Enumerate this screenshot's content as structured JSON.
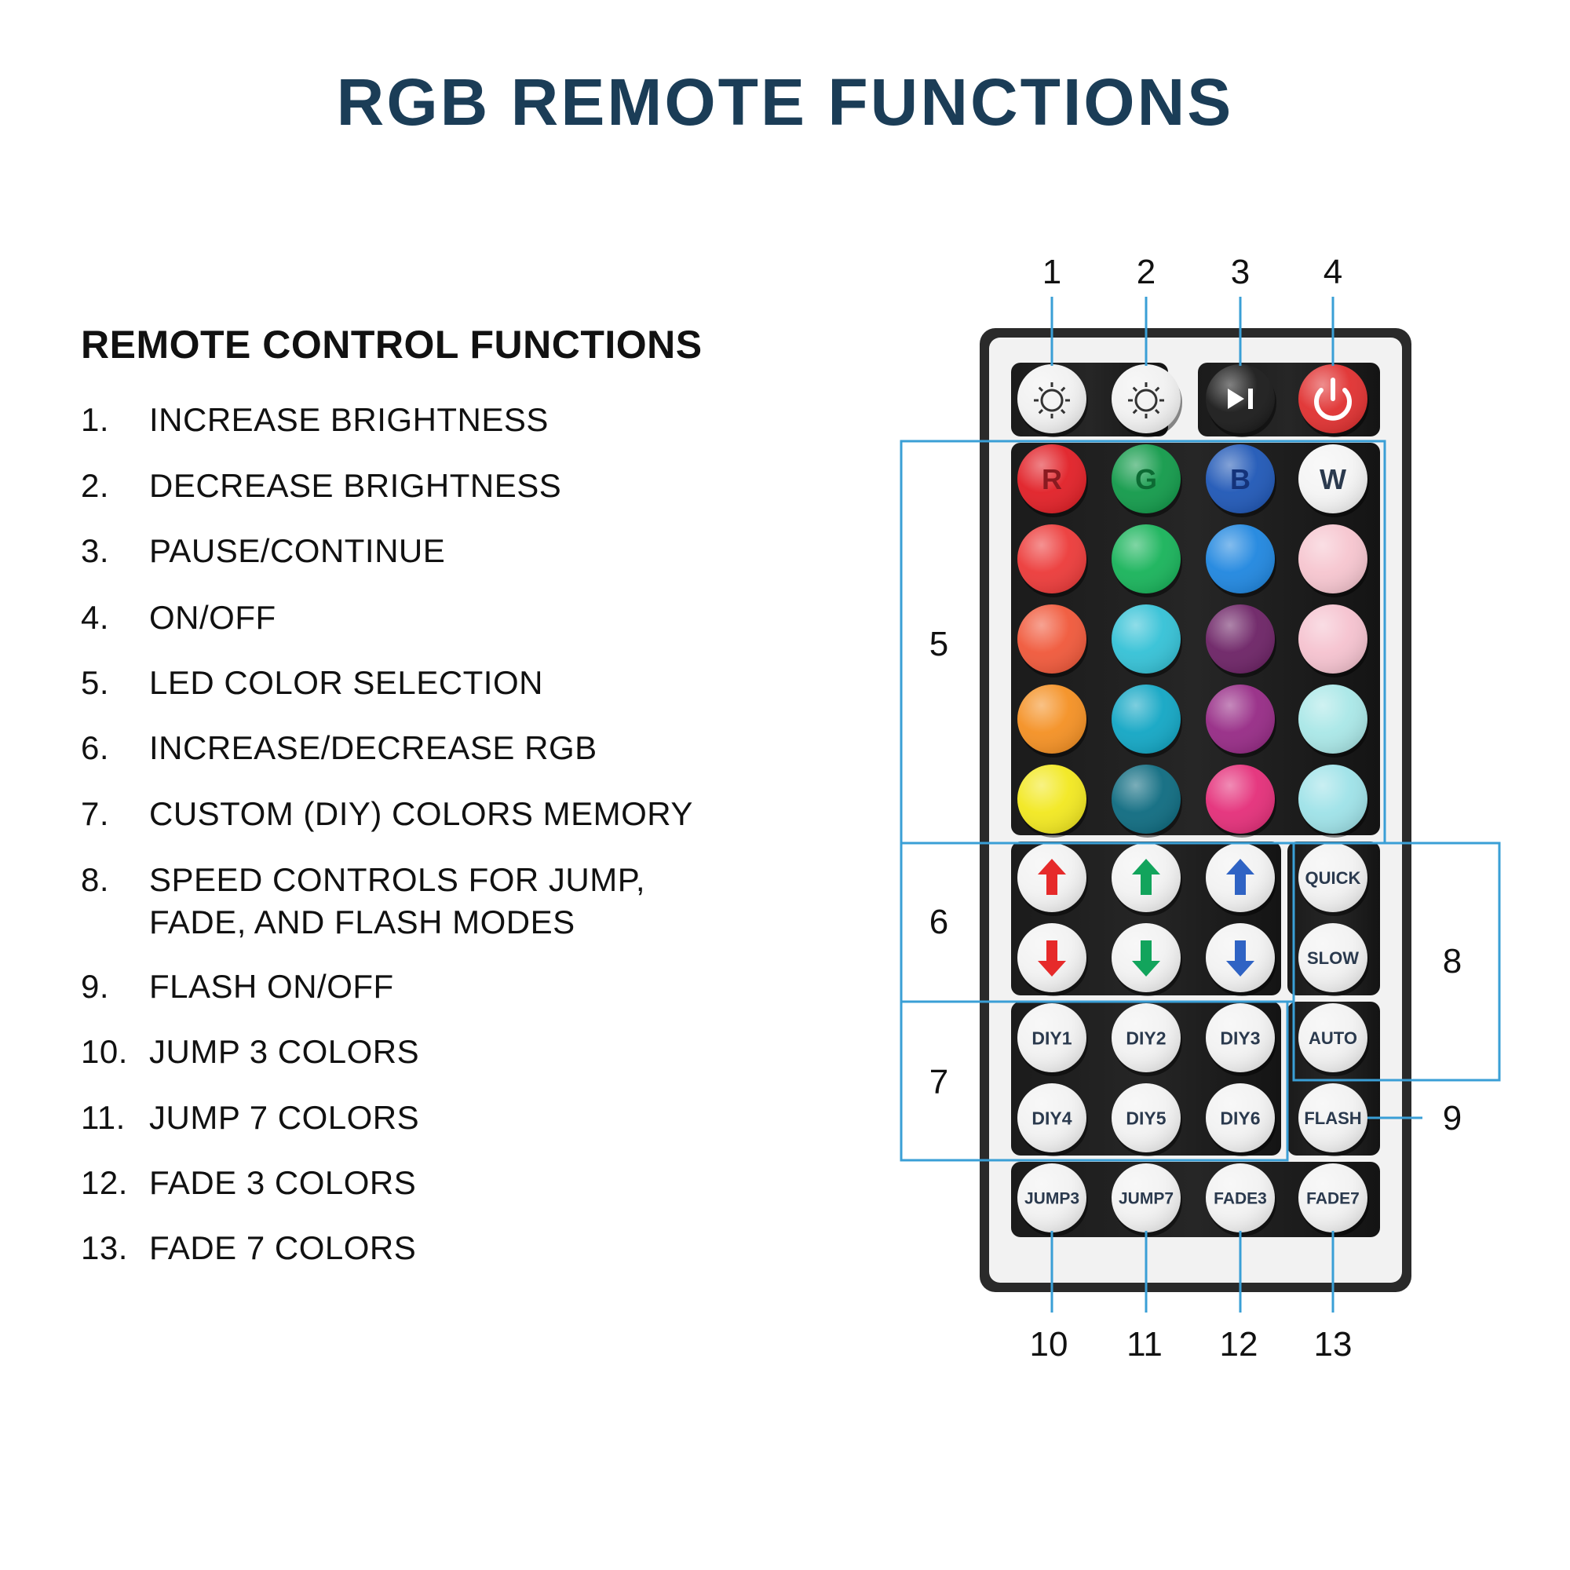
{
  "title": "RGB REMOTE FUNCTIONS",
  "list": {
    "heading": "REMOTE CONTROL FUNCTIONS",
    "items": [
      {
        "num": "1.",
        "lines": [
          "INCREASE BRIGHTNESS"
        ]
      },
      {
        "num": "2.",
        "lines": [
          "DECREASE BRIGHTNESS"
        ]
      },
      {
        "num": "3.",
        "lines": [
          "PAUSE/CONTINUE"
        ]
      },
      {
        "num": "4.",
        "lines": [
          "ON/OFF"
        ]
      },
      {
        "num": "5.",
        "lines": [
          "LED COLOR SELECTION"
        ]
      },
      {
        "num": "6.",
        "lines": [
          "INCREASE/DECREASE RGB"
        ]
      },
      {
        "num": "7.",
        "lines": [
          "CUSTOM (DIY) COLORS MEMORY"
        ]
      },
      {
        "num": "8.",
        "lines": [
          "SPEED CONTROLS FOR JUMP,",
          "FADE, AND FLASH MODES"
        ]
      },
      {
        "num": "9.",
        "lines": [
          "FLASH ON/OFF"
        ]
      },
      {
        "num": "10.",
        "lines": [
          "JUMP 3 COLORS"
        ]
      },
      {
        "num": "11.",
        "lines": [
          "JUMP 7 COLORS"
        ]
      },
      {
        "num": "12.",
        "lines": [
          "FADE 3 COLORS"
        ]
      },
      {
        "num": "13.",
        "lines": [
          "FADE 7 COLORS"
        ]
      }
    ]
  },
  "callouts": {
    "c1": "1",
    "c2": "2",
    "c3": "3",
    "c4": "4",
    "c5": "5",
    "c6": "6",
    "c7": "7",
    "c8": "8",
    "c9": "9",
    "c10": "10",
    "c11": "11",
    "c12": "12",
    "c13": "13"
  },
  "remote": {
    "top_row": [
      {
        "name": "brightness-up-button",
        "icon": "sun-up-icon",
        "face": "#f1f1f1"
      },
      {
        "name": "brightness-down-button",
        "icon": "sun-down-icon",
        "face": "#f1f1f1"
      },
      {
        "name": "play-pause-button",
        "icon": "play-pause-icon",
        "face": "#1a1a1a"
      },
      {
        "name": "power-button",
        "icon": "power-icon",
        "face": "#e03030"
      }
    ],
    "color_grid": [
      [
        {
          "c": "#e11f26",
          "t": "R"
        },
        {
          "c": "#129a4a",
          "t": "G"
        },
        {
          "c": "#1f57b6",
          "t": "B"
        },
        {
          "c": "#f4f4f4",
          "t": "W"
        }
      ],
      [
        {
          "c": "#ec3a39",
          "t": ""
        },
        {
          "c": "#18b35a",
          "t": ""
        },
        {
          "c": "#1f86df",
          "t": ""
        },
        {
          "c": "#f6c5cf",
          "t": ""
        }
      ],
      [
        {
          "c": "#f0583a",
          "t": ""
        },
        {
          "c": "#34c1d6",
          "t": ""
        },
        {
          "c": "#6c2265",
          "t": ""
        },
        {
          "c": "#f5c2cf",
          "t": ""
        }
      ],
      [
        {
          "c": "#f49023",
          "t": ""
        },
        {
          "c": "#12a6c4",
          "t": ""
        },
        {
          "c": "#962a85",
          "t": ""
        },
        {
          "c": "#a9e7e7",
          "t": ""
        }
      ],
      [
        {
          "c": "#f2e81f",
          "t": ""
        },
        {
          "c": "#0e6b80",
          "t": ""
        },
        {
          "c": "#e42e79",
          "t": ""
        },
        {
          "c": "#9ee2e8",
          "t": ""
        }
      ]
    ],
    "arrow_rows": [
      [
        {
          "dir": "up",
          "c": "#e62a2a",
          "icon": "red-up-arrow-icon"
        },
        {
          "dir": "up",
          "c": "#12a45c",
          "icon": "green-up-arrow-icon"
        },
        {
          "dir": "up",
          "c": "#2f63c4",
          "icon": "blue-up-arrow-icon"
        }
      ],
      [
        {
          "dir": "down",
          "c": "#e62a2a",
          "icon": "red-down-arrow-icon"
        },
        {
          "dir": "down",
          "c": "#12a45c",
          "icon": "green-down-arrow-icon"
        },
        {
          "dir": "down",
          "c": "#2f63c4",
          "icon": "blue-down-arrow-icon"
        }
      ]
    ],
    "speed_buttons": [
      "QUICK",
      "SLOW",
      "AUTO",
      "FLASH"
    ],
    "diy_rows": [
      [
        "DIY1",
        "DIY2",
        "DIY3"
      ],
      [
        "DIY4",
        "DIY5",
        "DIY6"
      ]
    ],
    "mode_buttons": [
      "JUMP3",
      "JUMP7",
      "FADE3",
      "FADE7"
    ]
  },
  "colors": {
    "title": "#1b3d57",
    "callout_line": "#3a9fd6",
    "remote_body": "#2a2a2a",
    "remote_plate": "#f2f2f2",
    "panel": "#151515",
    "button_text": "#2b3a4e"
  }
}
